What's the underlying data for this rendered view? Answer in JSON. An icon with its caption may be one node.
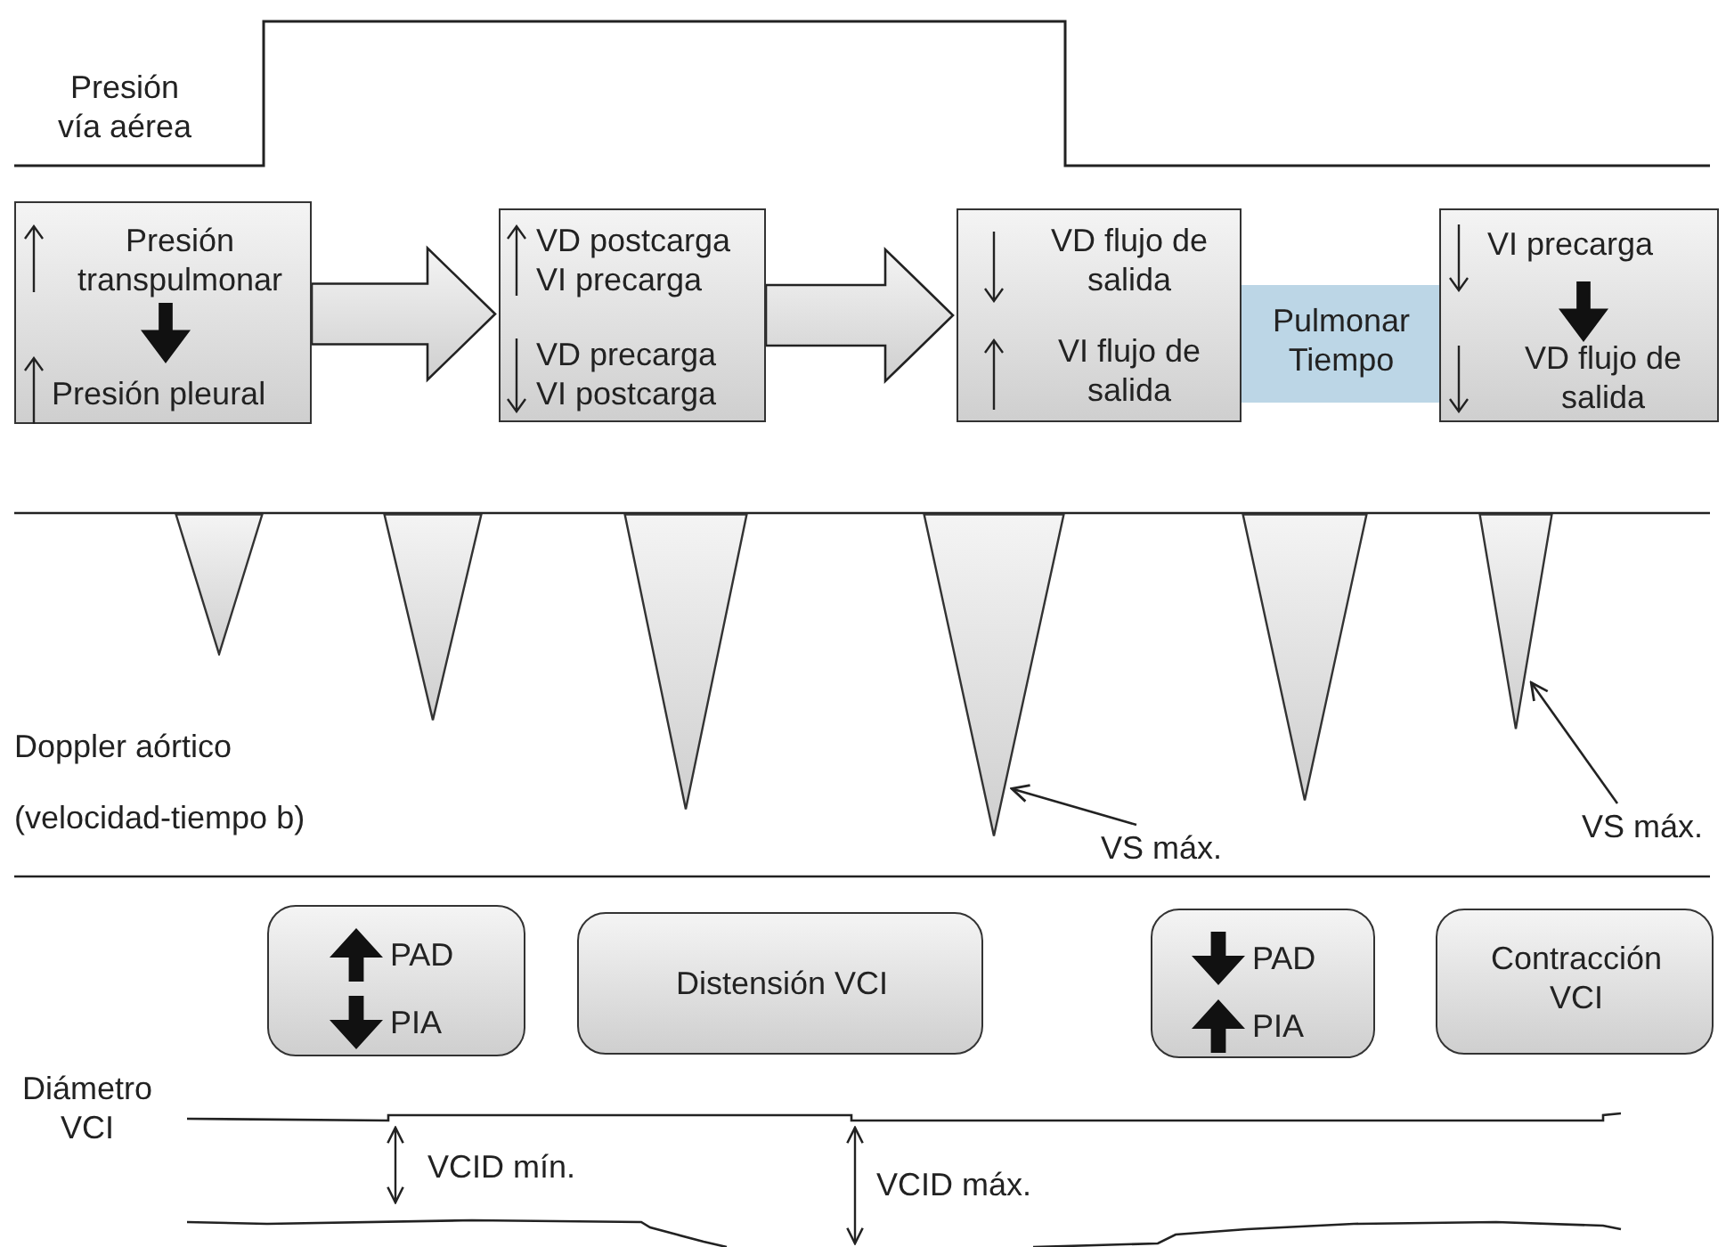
{
  "diagram": {
    "nodes": [
      {
        "text": [
          "Presión transpulmonar",
          "Presión pleural"
        ]
      },
      {
        "text": [
          "VD postcarga VI precarga",
          "VD precarga VI postcarga"
        ]
      },
      {
        "text": [
          "VD flujo de salida",
          "VI flujo de salida"
        ]
      },
      {
        "text": [
          "Pulmonar Tiempo"
        ]
      },
      {
        "text": [
          "VI precarga",
          "VD flujo de salida"
        ]
      },
      {
        "text": [],
        "shape": "triangle"
      },
      {
        "text": [],
        "shape": "triangle"
      },
      {
        "text": [],
        "shape": "triangle"
      },
      {
        "text": [],
        "shape": "triangle"
      },
      {
        "text": [],
        "shape": "triangle"
      },
      {
        "text": [],
        "shape": "triangle"
      },
      {
        "text": [
          "VS máx."
        ]
      },
      {
        "text": [
          "VS máx."
        ]
      },
      {
        "text": [
          "PAD",
          "PIA"
        ]
      },
      {
        "text": [
          "Distensión VCI"
        ]
      },
      {
        "text": [
          "PAD",
          "PIA"
        ]
      },
      {
        "text": [
          "Contracción VCI"
        ]
      }
    ],
    "edges": [
      {
        "from": 0,
        "to": 1,
        "arrow": "to"
      },
      {
        "from": 1,
        "to": 2,
        "arrow": "to"
      },
      {
        "from": 11,
        "to": 10,
        "arrow": "to"
      },
      {
        "from": 12,
        "to": 8,
        "arrow": "to"
      }
    ],
    "labels": [
      "Presión vía aérea",
      "Doppler aórtico",
      "(velocidad-tiempo b)",
      "Diámetro VCI",
      "VCID mín.",
      "VCID máx."
    ]
  }
}
